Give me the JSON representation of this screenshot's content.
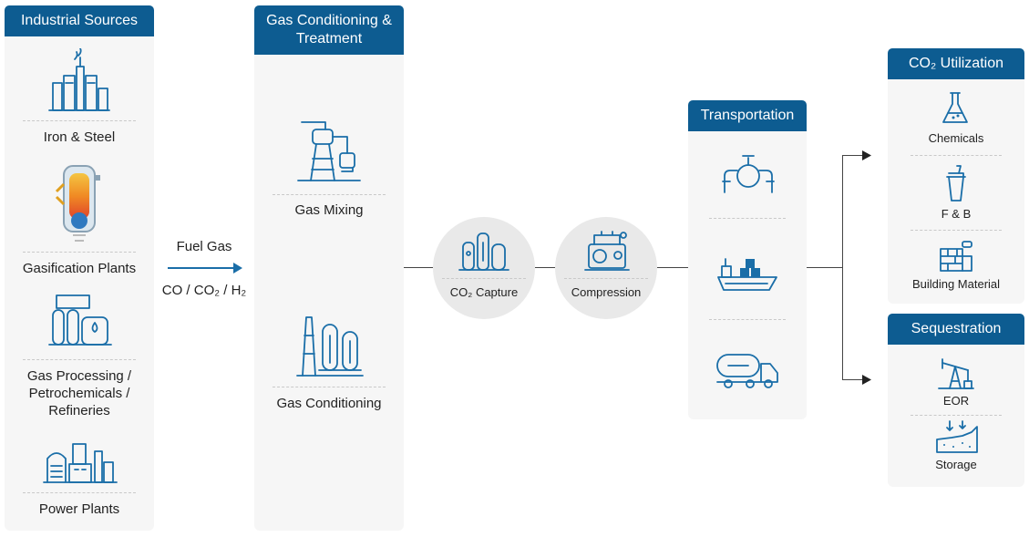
{
  "industrial_sources": {
    "title": "Industrial Sources",
    "items": [
      "Iron & Steel",
      "Gasification Plants",
      "Gas Processing / Petrochemicals / Refineries",
      "Power Plants"
    ]
  },
  "fuel_gas": {
    "label": "Fuel Gas",
    "composition": "CO / CO₂ / H₂"
  },
  "gas_conditioning": {
    "title": "Gas Conditioning & Treatment",
    "items": [
      "Gas Mixing",
      "Gas Conditioning"
    ]
  },
  "capture": {
    "label": "CO₂ Capture"
  },
  "compression": {
    "label": "Compression"
  },
  "transportation": {
    "title": "Transportation",
    "icons": [
      "pipeline-icon",
      "ship-icon",
      "tanker-truck-icon"
    ]
  },
  "utilization": {
    "title": "CO₂ Utilization",
    "items": [
      "Chemicals",
      "F & B",
      "Building Material"
    ]
  },
  "sequestration": {
    "title": "Sequestration",
    "items": [
      "EOR",
      "Storage"
    ]
  },
  "colors": {
    "header": "#0d5c91",
    "icon": "#1a6ea8",
    "panel": "#f6f6f6",
    "circle": "#e9e9e9"
  }
}
